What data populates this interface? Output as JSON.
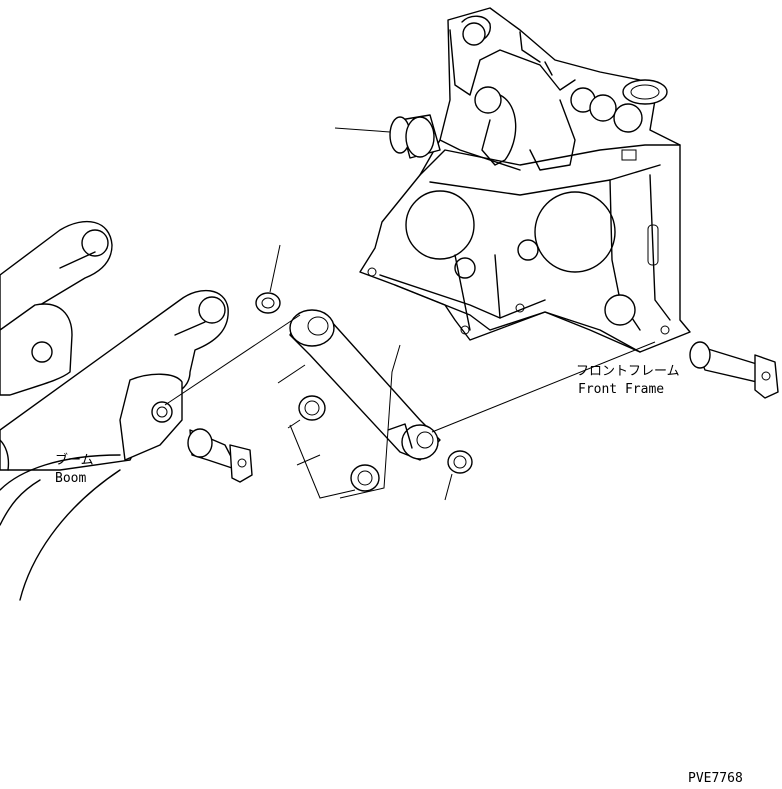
{
  "labels": {
    "boom_jp": "ブーム",
    "boom_en": "Boom",
    "front_frame_jp": "フロントフレーム",
    "front_frame_en": "Front Frame",
    "drawing_id": "PVE7768"
  }
}
